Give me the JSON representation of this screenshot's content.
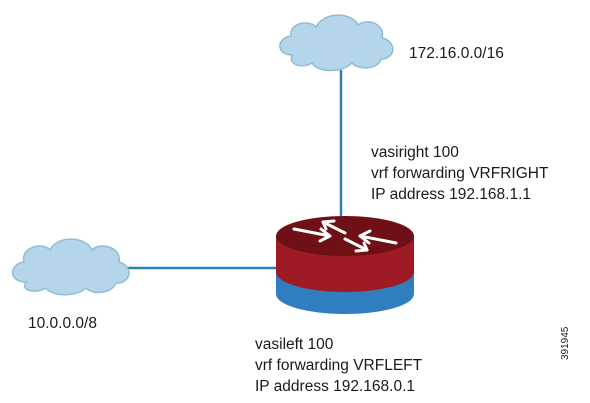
{
  "networks": {
    "top": "172.16.0.0/16",
    "left": "10.0.0.0/8"
  },
  "interfaces": {
    "right": {
      "name": "vasiright 100",
      "vrf": "vrf forwarding VRFRIGHT",
      "ip": "IP address 192.168.1.1"
    },
    "left": {
      "name": "vasileft 100",
      "vrf": "vrf forwarding VRFLEFT",
      "ip": "IP address 192.168.0.1"
    }
  },
  "figure_id": "391945",
  "colors": {
    "cloud_fill": "#b5d6ea",
    "cloud_stroke": "#8fbcd6",
    "link": "#2f7fb5",
    "router_red": "#9e1b25",
    "router_red_dark": "#6e1016",
    "router_blue": "#2f7fc0",
    "router_blue_dark": "#1d5f97",
    "arrow": "#ffffff"
  },
  "icons": {
    "router": "router-icon",
    "cloud": "cloud-icon"
  }
}
